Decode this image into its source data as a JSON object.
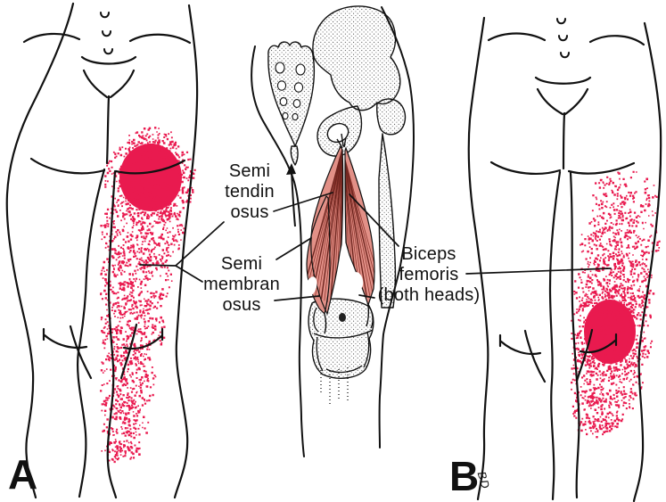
{
  "panels": {
    "a": {
      "letter": "A"
    },
    "b": {
      "letter": "B"
    }
  },
  "labels": {
    "semitendinosus": [
      "Semi",
      "tendin",
      "osus"
    ],
    "semimembranosus": [
      "Semi",
      "membran",
      "osus"
    ],
    "biceps_femoris": [
      "Biceps",
      "femoris",
      "(both heads)"
    ]
  },
  "signature": "BD",
  "colors": {
    "referral_red": "#e91a4f",
    "muscle_fill": "#e29087",
    "muscle_stripe": "#8f372f",
    "ink": "#111111"
  }
}
